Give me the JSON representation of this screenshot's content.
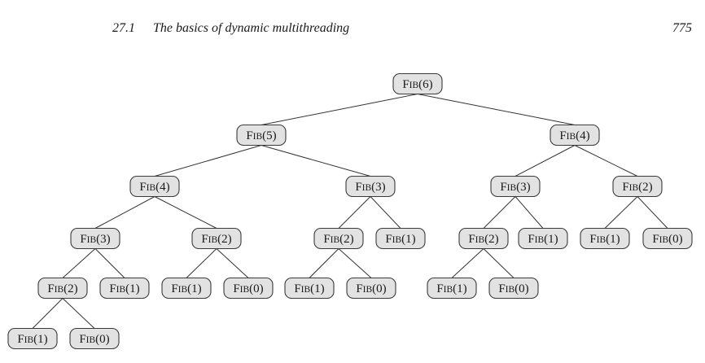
{
  "header": {
    "section_number": "27.1",
    "section_title": "The basics of dynamic multithreading",
    "page_number": "775"
  },
  "tree": {
    "func": "FIB",
    "nodes": [
      {
        "id": "n0",
        "arg": "6",
        "parent": null
      },
      {
        "id": "n1",
        "arg": "5",
        "parent": "n0"
      },
      {
        "id": "n2",
        "arg": "4",
        "parent": "n0"
      },
      {
        "id": "n3",
        "arg": "4",
        "parent": "n1"
      },
      {
        "id": "n4",
        "arg": "3",
        "parent": "n1"
      },
      {
        "id": "n5",
        "arg": "3",
        "parent": "n2"
      },
      {
        "id": "n6",
        "arg": "2",
        "parent": "n2"
      },
      {
        "id": "n7",
        "arg": "3",
        "parent": "n3"
      },
      {
        "id": "n8",
        "arg": "2",
        "parent": "n3"
      },
      {
        "id": "n9",
        "arg": "2",
        "parent": "n4"
      },
      {
        "id": "n10",
        "arg": "1",
        "parent": "n4"
      },
      {
        "id": "n11",
        "arg": "2",
        "parent": "n5"
      },
      {
        "id": "n12",
        "arg": "1",
        "parent": "n5"
      },
      {
        "id": "n13",
        "arg": "1",
        "parent": "n6"
      },
      {
        "id": "n14",
        "arg": "0",
        "parent": "n6"
      },
      {
        "id": "n15",
        "arg": "2",
        "parent": "n7"
      },
      {
        "id": "n16",
        "arg": "1",
        "parent": "n7"
      },
      {
        "id": "n17",
        "arg": "1",
        "parent": "n8"
      },
      {
        "id": "n18",
        "arg": "0",
        "parent": "n8"
      },
      {
        "id": "n19",
        "arg": "1",
        "parent": "n9"
      },
      {
        "id": "n20",
        "arg": "0",
        "parent": "n9"
      },
      {
        "id": "n21",
        "arg": "1",
        "parent": "n11"
      },
      {
        "id": "n22",
        "arg": "0",
        "parent": "n11"
      },
      {
        "id": "n23",
        "arg": "1",
        "parent": "n15"
      },
      {
        "id": "n24",
        "arg": "0",
        "parent": "n15"
      }
    ]
  }
}
